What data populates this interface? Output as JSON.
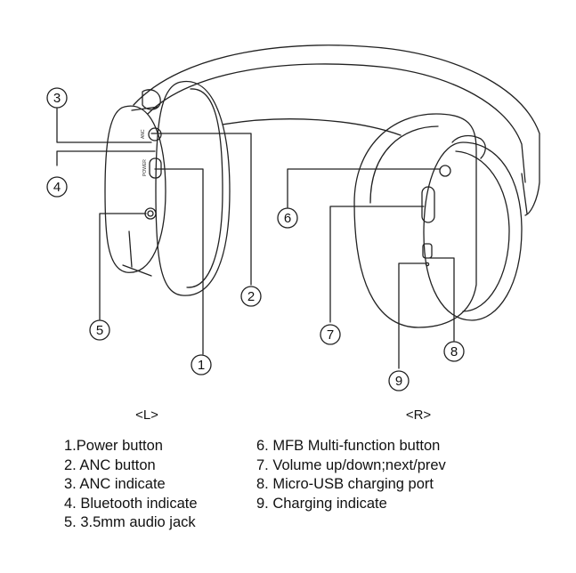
{
  "side_labels": {
    "left": "<L>",
    "right": "<R>"
  },
  "callouts": [
    "1",
    "2",
    "3",
    "4",
    "5",
    "6",
    "7",
    "8",
    "9"
  ],
  "device_marks": {
    "anc": "ANC",
    "power": "POWER"
  },
  "legend_left": [
    "1.Power button",
    "2. ANC button",
    "3. ANC indicate",
    "4. Bluetooth indicate",
    "5. 3.5mm audio jack"
  ],
  "legend_right": [
    "6. MFB Multi-function button",
    "7. Volume up/down;next/prev",
    "8. Micro-USB charging port",
    "9. Charging indicate"
  ]
}
